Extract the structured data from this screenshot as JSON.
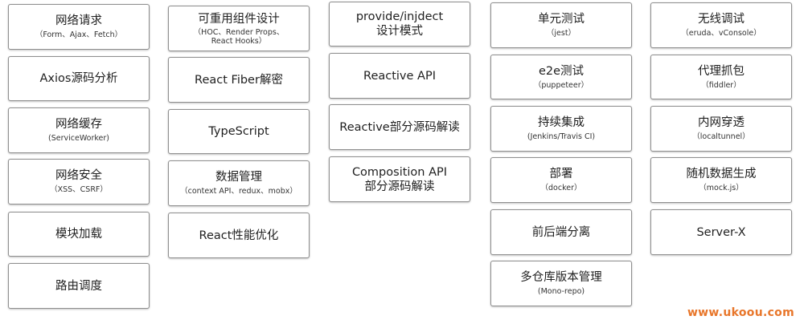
{
  "accent_color": "#e8762a",
  "columns": [
    {
      "name": "column-1",
      "cards": [
        {
          "title": "网络请求",
          "subtitle": "（Form、Ajax、Fetch）"
        },
        {
          "title": "Axios源码分析",
          "subtitle": ""
        },
        {
          "title": "网络缓存",
          "subtitle": "(ServiceWorker)"
        },
        {
          "title": "网络安全",
          "subtitle": "（XSS、CSRF）"
        },
        {
          "title": "模块加载",
          "subtitle": ""
        },
        {
          "title": "路由调度",
          "subtitle": ""
        }
      ]
    },
    {
      "name": "column-2",
      "cards": [
        {
          "title": "可重用组件设计",
          "subtitle": "（HOC、Render Props、\nReact Hooks）"
        },
        {
          "title": "React Fiber解密",
          "subtitle": ""
        },
        {
          "title": "TypeScript",
          "subtitle": ""
        },
        {
          "title": "数据管理",
          "subtitle": "（context API、redux、mobx）"
        },
        {
          "title": "React性能优化",
          "subtitle": ""
        }
      ]
    },
    {
      "name": "column-3",
      "cards": [
        {
          "title": "provide/injdect\n设计模式",
          "subtitle": ""
        },
        {
          "title": "Reactive API",
          "subtitle": ""
        },
        {
          "title": "Reactive部分源码解读",
          "subtitle": ""
        },
        {
          "title": "Composition API\n部分源码解读",
          "subtitle": ""
        }
      ]
    },
    {
      "name": "column-4",
      "cards": [
        {
          "title": "单元测试",
          "subtitle": "（jest）"
        },
        {
          "title": "e2e测试",
          "subtitle": "（puppeteer）"
        },
        {
          "title": "持续集成",
          "subtitle": "(Jenkins/Travis CI)"
        },
        {
          "title": "部署",
          "subtitle": "（docker）"
        },
        {
          "title": "前后端分离",
          "subtitle": ""
        },
        {
          "title": "多仓库版本管理",
          "subtitle": "(Mono-repo)"
        }
      ]
    },
    {
      "name": "column-5",
      "cards": [
        {
          "title": "无线调试",
          "subtitle": "（eruda、vConsole）"
        },
        {
          "title": "代理抓包",
          "subtitle": "（fiddler）"
        },
        {
          "title": "内网穿透",
          "subtitle": "（localtunnel）"
        },
        {
          "title": "随机数据生成",
          "subtitle": "（mock.js）"
        },
        {
          "title": "Server-X",
          "subtitle": ""
        }
      ]
    }
  ],
  "watermark": "www.ukoou.com"
}
